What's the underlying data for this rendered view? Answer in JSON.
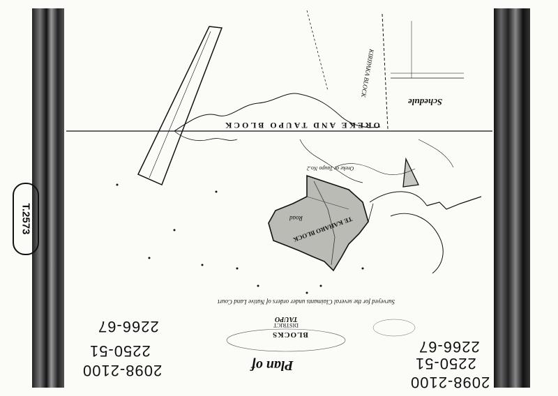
{
  "map": {
    "title": "Plan of",
    "block_main": "OREKE AND TAUPO BLOCK",
    "block_north": "KIRIPAKA BLOCK",
    "block_center": "TE KAHARO BLOCK",
    "district_blocks": "BLOCKS",
    "district_name": "DISTRICT",
    "district_taupo": "TAUPO",
    "survey_note": "Surveyed for the several Claimants under orders of Native Land Court",
    "schedule": "Schedule",
    "road_label": "Road",
    "oreke_label": "Oreke or Taupo No.2",
    "ref_stamp": "T.2573",
    "left_numbers": [
      "2098-2100",
      "2250-51",
      "2266-67"
    ],
    "right_numbers": [
      "2098-2100",
      "2250-51",
      "2266-67"
    ]
  },
  "colors": {
    "ink": "#111111",
    "paper": "#fbfbf8",
    "border": "#1a1a1a"
  }
}
